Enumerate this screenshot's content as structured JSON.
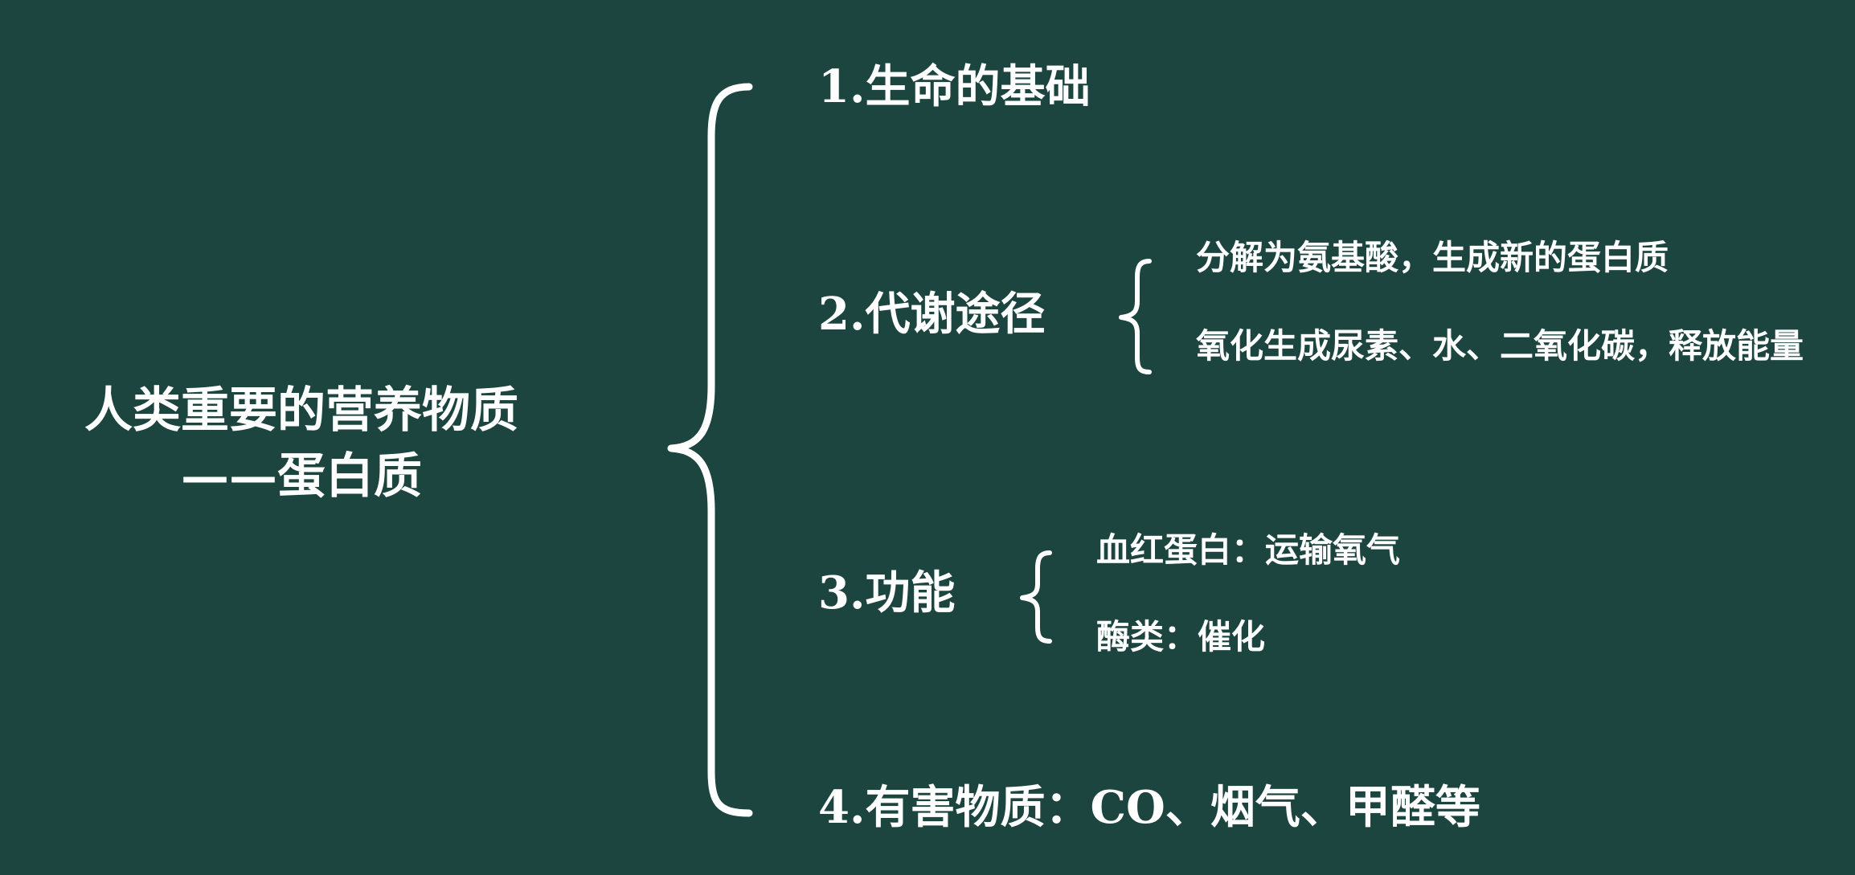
{
  "root": {
    "line1": "人类重要的营养物质",
    "line2": "——蛋白质"
  },
  "branches": [
    {
      "label": "1.生命的基础"
    },
    {
      "label": "2.代谢途径",
      "items": [
        "分解为氨基酸，生成新的蛋白质",
        "氧化生成尿素、水、二氧化碳，释放能量"
      ]
    },
    {
      "label": "3.功能",
      "items": [
        "血红蛋白：运输氧气",
        "酶类：催化"
      ]
    },
    {
      "label": "4.有害物质：CO、烟气、甲醛等"
    }
  ],
  "colors": {
    "background": "#1c4540",
    "text": "#ffffff"
  }
}
